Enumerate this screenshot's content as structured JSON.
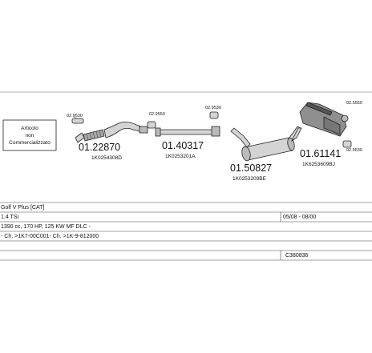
{
  "diagram": {
    "note_box": {
      "lines": [
        "Articolo",
        "non",
        "Commercializzato"
      ]
    },
    "parts": [
      {
        "number": "01.22870",
        "ref": "1K0254308D"
      },
      {
        "number": "01.40317",
        "ref": "1K0253201A"
      },
      {
        "number": "01.50827",
        "ref": "1K0253209BE"
      },
      {
        "number": "01.61141",
        "ref": "1K6253609BJ"
      }
    ],
    "small_parts": [
      "02.9530",
      "02.9550",
      "02.9530",
      "02.5550",
      "02.9530"
    ]
  },
  "info": {
    "model": "Golf V Plus [CAT]",
    "engine": "1.4 TSi",
    "dates": "05/08 - 08/00",
    "specs": "1390 cc, 170 HP, 125 KW MF DLC -",
    "chassis": "- Ch. >1K7-00C001- Ch. >1K-9-812000",
    "code": "C380836"
  },
  "colors": {
    "line": "#222222",
    "fill": "#cfcfcf",
    "dark": "#555555",
    "grid": "#444444"
  }
}
